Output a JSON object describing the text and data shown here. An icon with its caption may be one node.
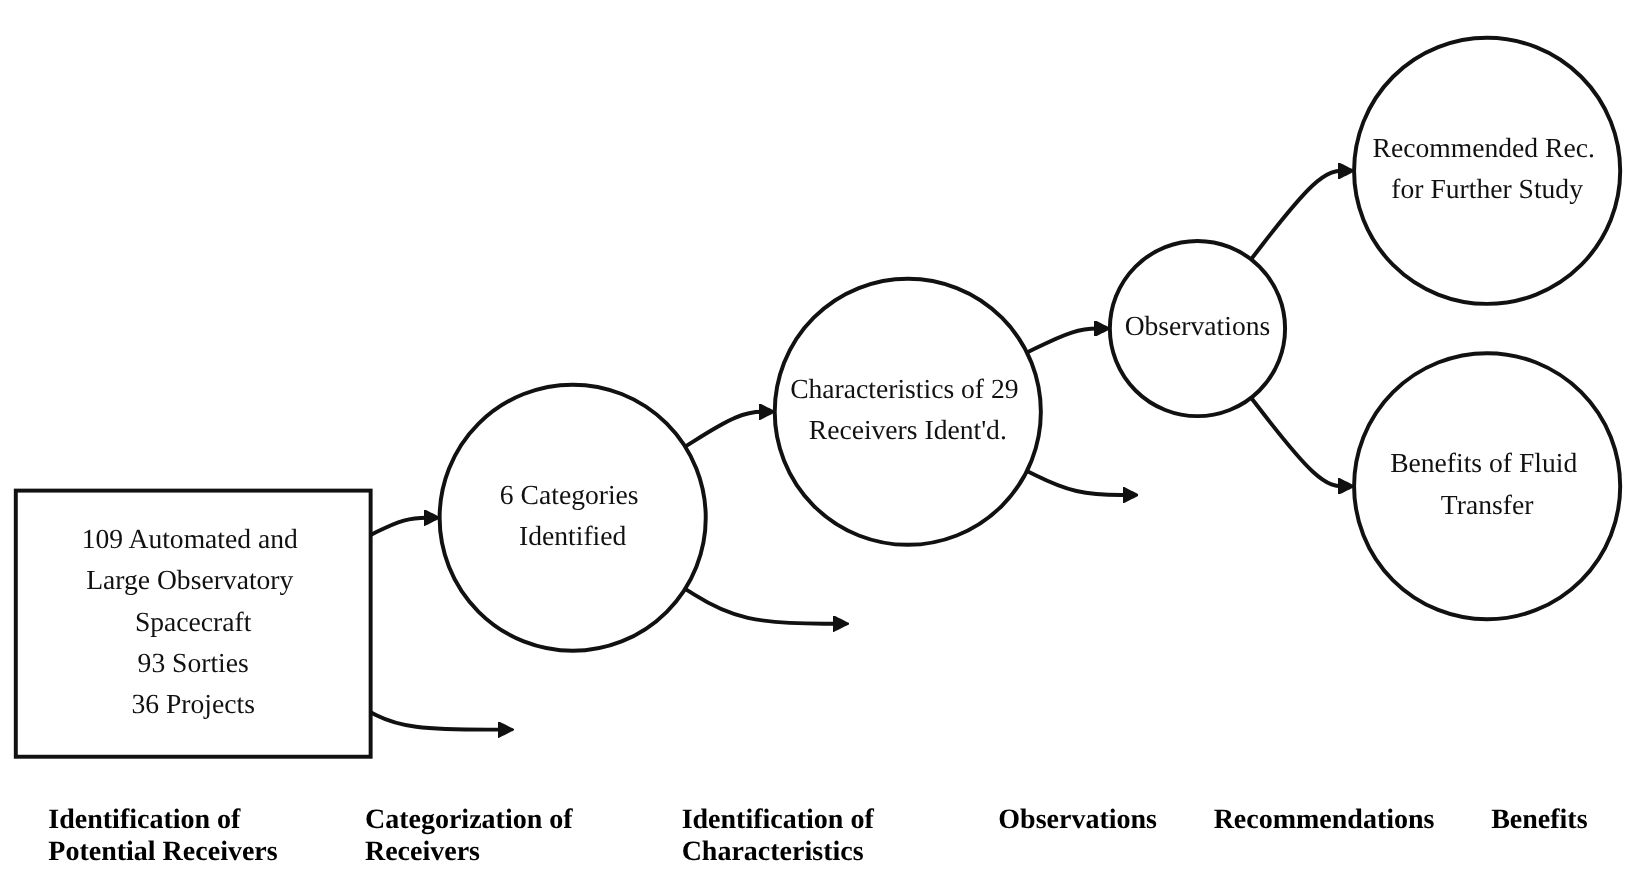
{
  "diagram": {
    "nodes": [
      {
        "text": [
          "109 Automated and Large Observatory Spacecraft",
          "93 Sorties",
          "36 Projects"
        ]
      },
      {
        "text": [
          "6 Categories Identified"
        ]
      },
      {
        "text": [
          "Characteristics of 29 Receivers Ident'd."
        ]
      },
      {
        "text": [
          "Observations"
        ]
      },
      {
        "text": [
          "Recommended Rec. for Further Study"
        ]
      },
      {
        "text": [
          "Benefits of Fluid Transfer"
        ]
      }
    ],
    "edges": [
      {
        "from": 0,
        "to": 1,
        "arrow": "to"
      },
      {
        "from": 1,
        "to": 2,
        "arrow": "to"
      },
      {
        "from": 2,
        "to": 3,
        "arrow": "to"
      },
      {
        "from": 3,
        "to": 4,
        "arrow": "to"
      },
      {
        "from": 0,
        "to": null,
        "arrow": "to"
      },
      {
        "from": 1,
        "to": null,
        "arrow": "to"
      },
      {
        "from": 2,
        "to": null,
        "arrow": "to"
      },
      {
        "from": 3,
        "to": 5,
        "arrow": "to"
      }
    ],
    "labels": [
      "Identification of Potential Receivers",
      "Categorization of Receivers",
      "Identification of Characteristics",
      "Observations",
      "Recommendations",
      "Benefits"
    ]
  }
}
